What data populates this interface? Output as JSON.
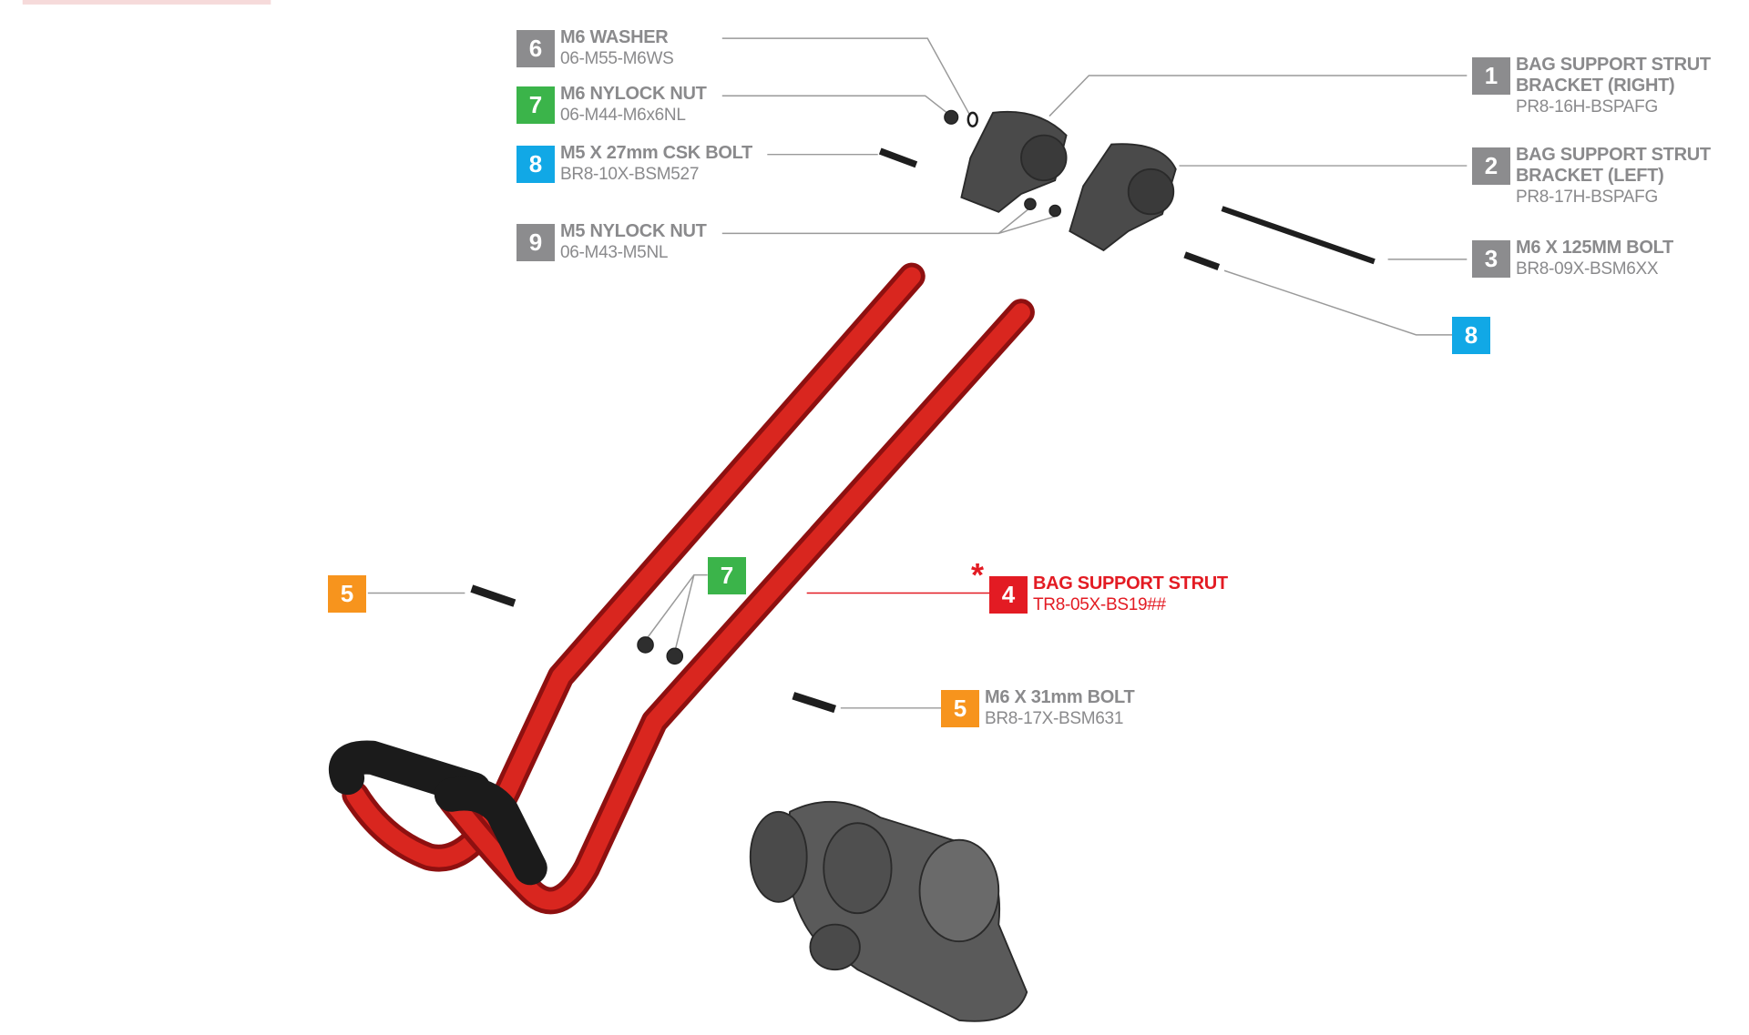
{
  "colors": {
    "gray": "#8c8c8e",
    "green": "#3bb44a",
    "blue": "#11a8e6",
    "orange": "#f7941d",
    "red": "#e31b23",
    "tube": "#d41f1f"
  },
  "callouts": [
    {
      "id": "6",
      "title": "M6 WASHER",
      "code": "06-M55-M6WS"
    },
    {
      "id": "7",
      "title": "M6 NYLOCK NUT",
      "code": "06-M44-M6x6NL"
    },
    {
      "id": "8",
      "title": "M5 X 27mm CSK BOLT",
      "code": "BR8-10X-BSM527"
    },
    {
      "id": "9",
      "title": "M5 NYLOCK NUT",
      "code": "06-M43-M5NL"
    },
    {
      "id": "1",
      "title": "BAG SUPPORT STRUT",
      "title2": "BRACKET (RIGHT)",
      "code": "PR8-16H-BSPAFG"
    },
    {
      "id": "2",
      "title": "BAG SUPPORT STRUT",
      "title2": "BRACKET (LEFT)",
      "code": "PR8-17H-BSPAFG"
    },
    {
      "id": "3",
      "title": "M6 X 125MM BOLT",
      "code": "BR8-09X-BSM6XX"
    },
    {
      "id": "8"
    },
    {
      "id": "5"
    },
    {
      "id": "7"
    },
    {
      "id": "4",
      "title": "BAG SUPPORT STRUT",
      "code": "TR8-05X-BS19##",
      "marker": "*"
    },
    {
      "id": "5",
      "title": "M6 X 31mm BOLT",
      "code": "BR8-17X-BSM631"
    }
  ]
}
